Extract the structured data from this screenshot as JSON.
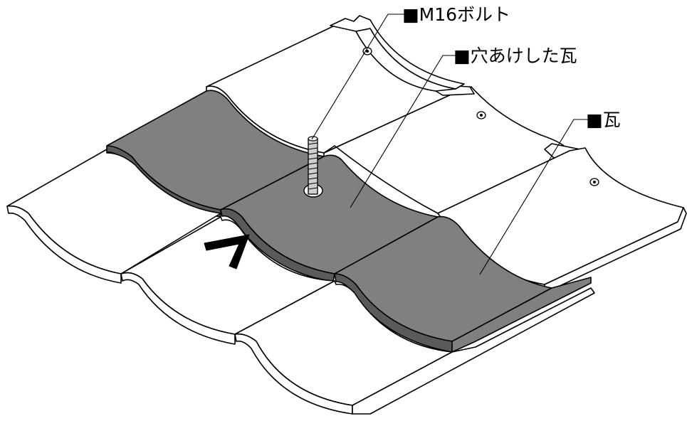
{
  "diagram": {
    "callouts": {
      "bolt": "■M16ボルト",
      "drilled_tile": "■穴あけした瓦",
      "tile": "■瓦"
    }
  },
  "colors": {
    "tile_white": "#ffffff",
    "tile_gray": "#808080",
    "tile_gray_edge": "#5a5a5a",
    "line": "#000000"
  }
}
